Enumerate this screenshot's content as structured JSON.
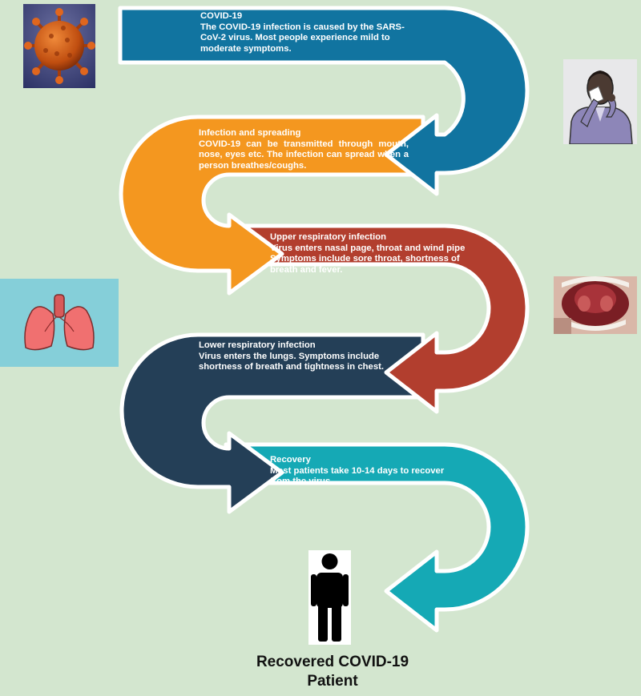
{
  "colors": {
    "background": "#d3e6cf",
    "covid": "#1174a0",
    "infection": "#f4971f",
    "upper": "#b23e2e",
    "lower": "#243f57",
    "recovery": "#15a9b5",
    "outline": "#ffffff"
  },
  "stages": [
    {
      "title": "COVID-19",
      "text": "The COVID-19 infection is caused by the SARS-CoV-2 virus. Most people experience mild to moderate symptoms."
    },
    {
      "title": "Infection and spreading",
      "text": "COVID-19 can be transmitted through mouth, nose, eyes etc. The infection can spread when a person breathes/coughs."
    },
    {
      "title": "Upper respiratory infection",
      "text": "Virus enters nasal page, throat and wind pipe Symptoms include sore throat, shortness of breath and fever."
    },
    {
      "title": "Lower respiratory infection",
      "text": "Virus enters the lungs. Symptoms include shortness of breath and  tightness in chest."
    },
    {
      "title": "Recovery",
      "text": "Most patients take 10-14 days to recover from the virus."
    }
  ],
  "images": {
    "virus": "coronavirus-particle-icon",
    "sneeze": "sneezing-person-icon",
    "lungs": "lungs-icon",
    "throat": "sore-throat-icon",
    "person": "person-silhouette-icon"
  },
  "caption": {
    "line1": "Recovered COVID-19",
    "line2": "Patient"
  }
}
